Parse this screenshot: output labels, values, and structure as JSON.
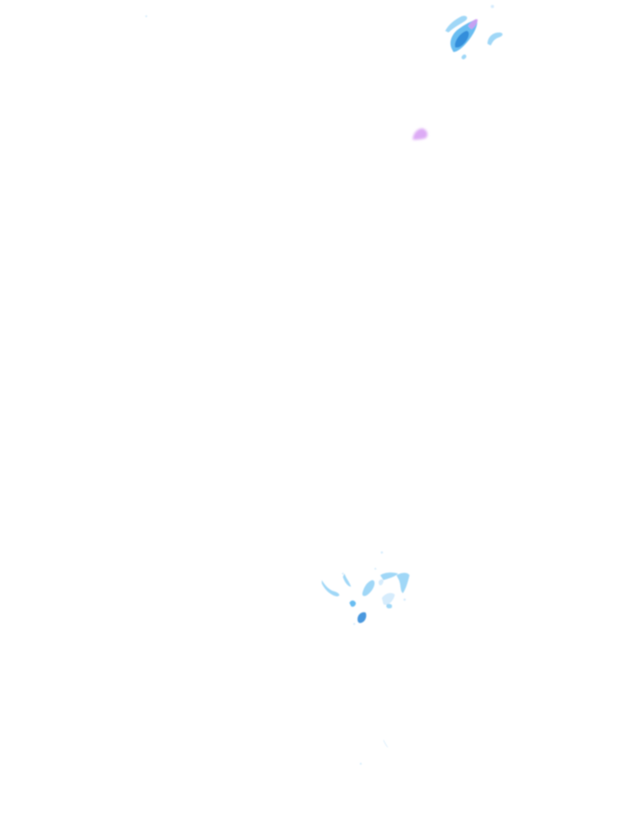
{
  "radar_overlay": {
    "background_color": "#ffffff",
    "intensity_colors": {
      "light": "#cfe9fb",
      "light_medium": "#8fd0f6",
      "medium": "#4fb2ee",
      "heavy": "#2a86d8",
      "very_heavy": "#d69cf3"
    },
    "echo_clusters": [
      {
        "label": "northeast-cell",
        "intensity": "heavy"
      },
      {
        "label": "northeast-fragment",
        "intensity": "light_medium"
      },
      {
        "label": "central-east-cell",
        "intensity": "very_heavy"
      },
      {
        "label": "south-central-cluster",
        "intensity": "medium"
      },
      {
        "label": "south-trace",
        "intensity": "light"
      }
    ]
  }
}
